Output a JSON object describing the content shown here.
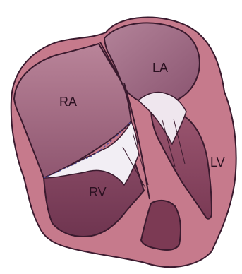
{
  "figure": {
    "labels": {
      "ra": "RA",
      "la": "LA",
      "rv": "RV",
      "lv": "LV"
    },
    "colors": {
      "background": "#ffffff",
      "outline": "#3a1a2e",
      "wall": "#c97a8a",
      "chamber": "#8f4b63",
      "chamber_light": "#a96a80",
      "muscle": "#7c3a54",
      "valve": "#f2eef4",
      "suture": "#4a4a9a"
    }
  }
}
